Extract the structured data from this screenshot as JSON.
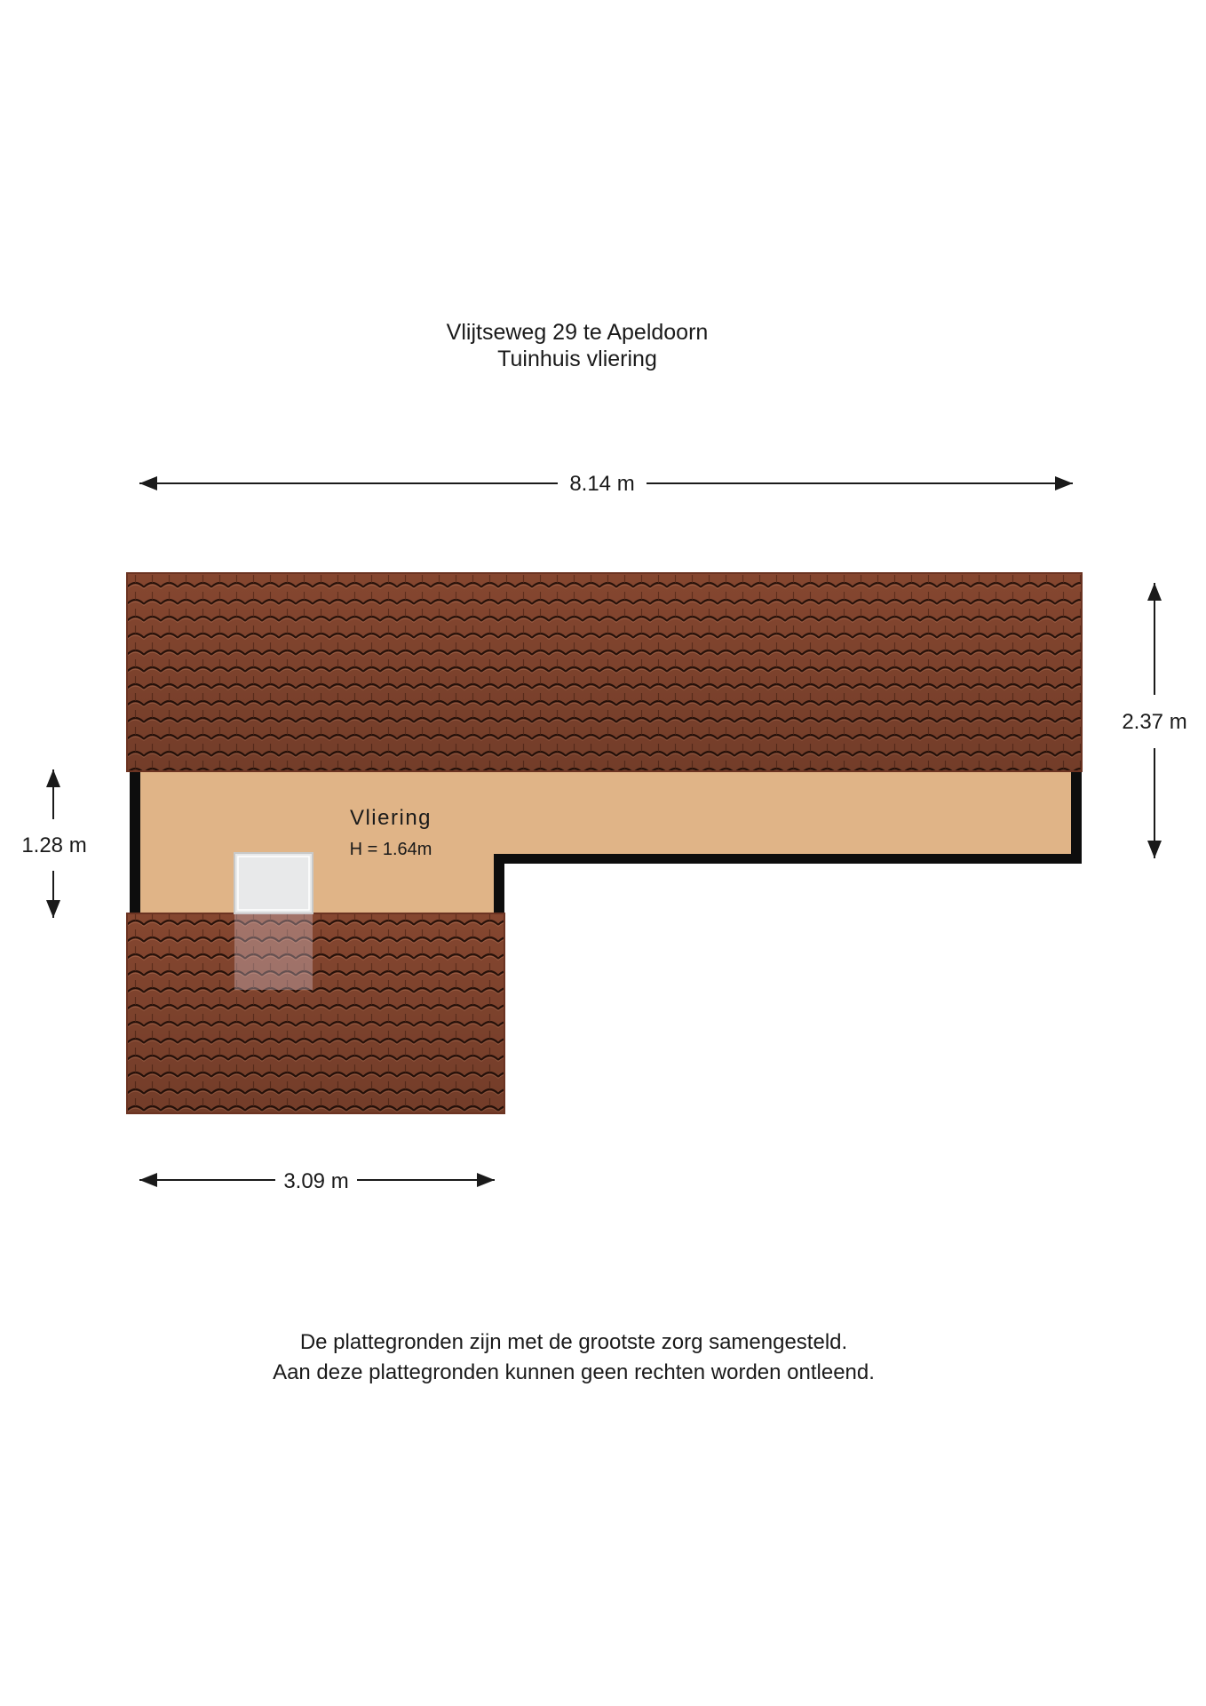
{
  "header": {
    "address": "Vlijtseweg 29 te Apeldoorn",
    "floor": "Tuinhuis vliering"
  },
  "dimensions": {
    "total_width": "8.14 m",
    "right_height": "2.37 m",
    "left_height": "1.28 m",
    "bottom_width": "3.09 m"
  },
  "room": {
    "name": "Vliering",
    "height": "H = 1.64m"
  },
  "colors": {
    "roof_tile": "#8c4a32",
    "tile_shadow": "#2a130b",
    "floor": "#e0b487",
    "wall": "#0d0d0d",
    "hatch": "#e8e9ea"
  },
  "disclaimer": {
    "line1": "De plattegronden zijn met de grootste zorg samengesteld.",
    "line2": "Aan deze plattegronden kunnen geen rechten worden ontleend."
  }
}
